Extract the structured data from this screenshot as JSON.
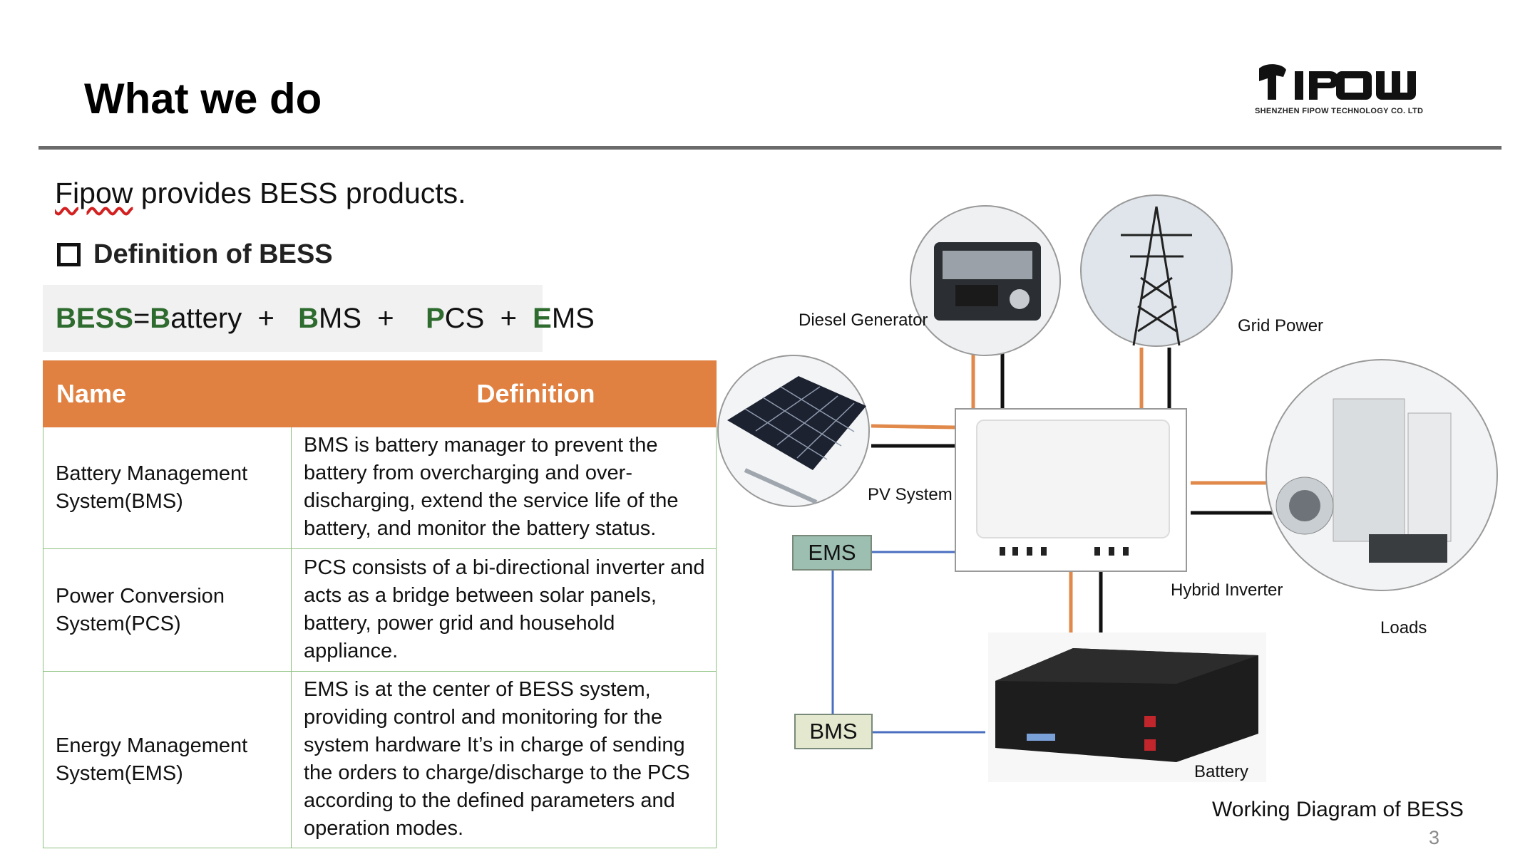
{
  "header": {
    "title": "What we do",
    "logo_text": "FIPOW",
    "company": "SHENZHEN FIPOW TECHNOLOGY CO. LTD"
  },
  "intro": {
    "company_word": "Fipow",
    "rest": " provides BESS products."
  },
  "definition_heading": "Definition of BESS",
  "formula": {
    "parts": [
      {
        "text": "BESS",
        "bold": true
      },
      {
        "text": "=",
        "bold": false
      },
      {
        "text": "B",
        "bold": true
      },
      {
        "text": "attery  +   ",
        "bold": false
      },
      {
        "text": "B",
        "bold": true
      },
      {
        "text": "MS  +    ",
        "bold": false
      },
      {
        "text": "P",
        "bold": true
      },
      {
        "text": "CS  +  ",
        "bold": false
      },
      {
        "text": "E",
        "bold": true
      },
      {
        "text": "MS",
        "bold": false
      }
    ]
  },
  "table": {
    "headers": [
      "Name",
      "Definition"
    ],
    "rows": [
      {
        "name": "Battery Management System(BMS)",
        "definition": "BMS is battery manager to prevent the battery from overcharging and over-discharging, extend the service life of the battery, and monitor the battery status."
      },
      {
        "name": "Power Conversion System(PCS)",
        "definition": "PCS consists of a bi-directional inverter and acts as a bridge between solar panels, battery, power grid and household appliance."
      },
      {
        "name": "Energy Management System(EMS)",
        "definition": "EMS is at the center of BESS system, providing control and monitoring for the system hardware It’s in charge of sending the orders to charge/discharge to the PCS according to the defined parameters and operation modes."
      }
    ]
  },
  "diagram": {
    "labels": {
      "diesel": "Diesel Generator",
      "grid": "Grid Power",
      "pv": "PV System",
      "inverter": "Hybrid Inverter",
      "loads": "Loads",
      "battery": "Battery",
      "ems": "EMS",
      "bms": "BMS"
    },
    "caption": "Working Diagram of BESS",
    "colors": {
      "power_line": "#e0894a",
      "signal_line": "#111111",
      "comm_line": "#4a6fc0",
      "ems_box": "#9cbfb2",
      "bms_box": "#e3e8cf"
    }
  },
  "page_number": "3"
}
